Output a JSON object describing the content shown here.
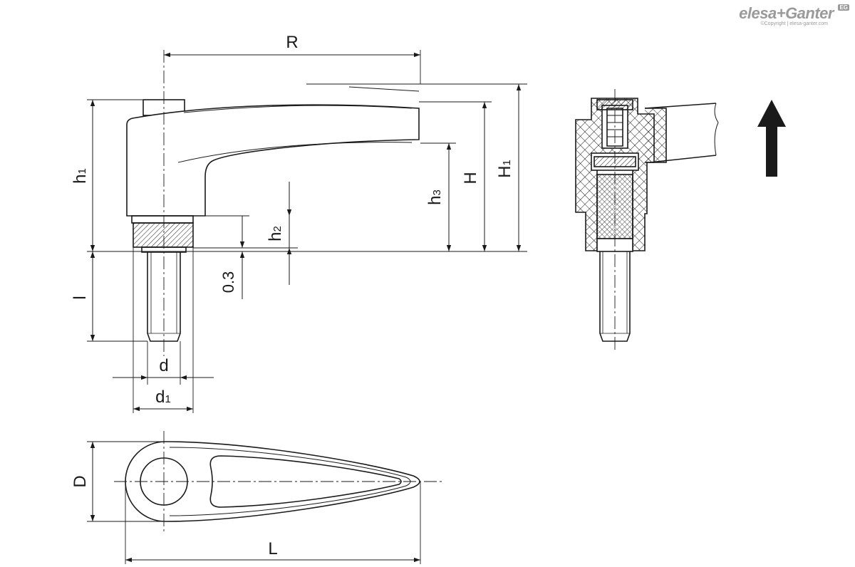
{
  "brand": {
    "name": "elesa+Ganter",
    "badge": "EG",
    "copyright": "©Copyright | elesa-ganter.com"
  },
  "dimensions": {
    "R": "R",
    "h1": "h",
    "h1_sub": "1",
    "H": "H",
    "H1": "H",
    "H1_sub": "1",
    "h3": "h",
    "h3_sub": "3",
    "h2": "h",
    "h2_sub": "2",
    "gap": "0.3",
    "l": "l",
    "d": "d",
    "d1": "d",
    "d1_sub": "1",
    "D": "D",
    "L": "L"
  },
  "colors": {
    "line": "#1a1a1a",
    "logo": "#9a9a9a"
  }
}
